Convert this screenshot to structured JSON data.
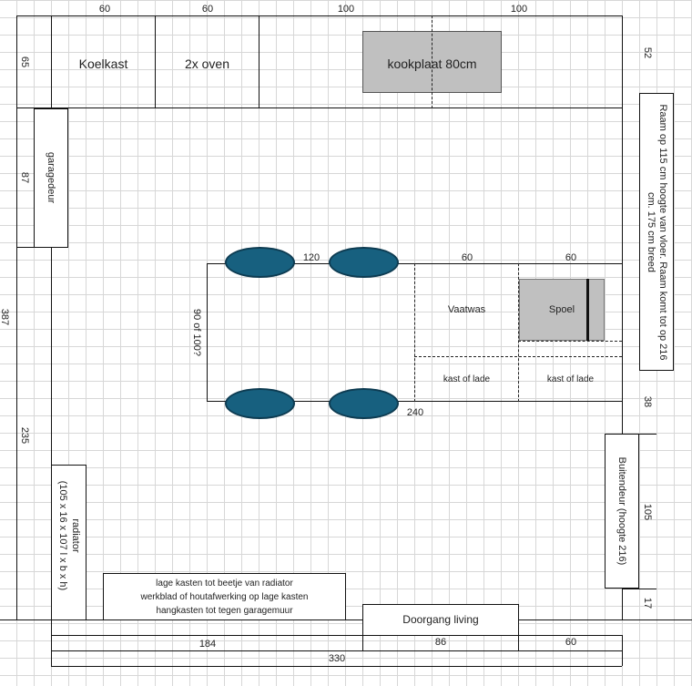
{
  "top_dims": [
    "60",
    "60",
    "100",
    "100"
  ],
  "right_dims": [
    "52",
    "38",
    "105",
    "17"
  ],
  "left_dims": [
    "65",
    "87",
    "387",
    "235"
  ],
  "bottom_dims": [
    "184",
    "86",
    "60",
    "330"
  ],
  "counter_dims": {
    "a": "120",
    "b": "60",
    "c": "60",
    "depth": "90 of 100?",
    "length": "240"
  },
  "labels": {
    "fridge": "Koelkast",
    "oven": "2x oven",
    "hob": "kookplaat 80cm",
    "garage_door": "garagedeur",
    "window": "Raam op 115 cm hoogte van vloer. Raam komt tot op 216 cm. 175 cm breed",
    "dishwasher": "Vaatwas",
    "sink": "Spoel",
    "drawer1": "kast of lade",
    "drawer2": "kast of lade",
    "outside_door": "Buitendeur (hoogte 216)",
    "radiator": "radiator",
    "radiator_dims": "(105 x 16 x 107 l x b x h)",
    "note_line1": "lage kasten tot beetje van radiator",
    "note_line2": "werkblad of houtafwerking op lage kasten",
    "note_line3": "hangkasten tot tegen garagemuur",
    "doorway": "Doorgang living"
  },
  "colors": {
    "chair_fill": "#17607f",
    "appliance_fill": "#c0c0c0"
  }
}
